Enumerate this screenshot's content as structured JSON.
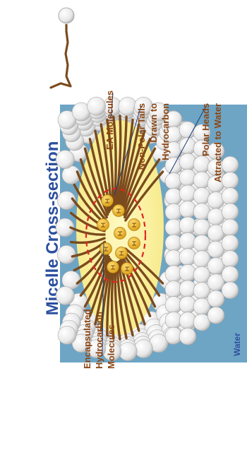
{
  "title": "Micelle Cross-section",
  "labels": {
    "ea_molecules": "EA Molecules",
    "nonpolar_line1": "Non-Polar Tails",
    "nonpolar_line2": "Drawn to",
    "nonpolar_line3": "Hydrocarbon",
    "polar_line1": "Polar Heads",
    "polar_line2": "Attracted to Water",
    "encap_line1": "Encapsulated",
    "encap_line2": "Hydrocarbon",
    "encap_line3": "Molecules",
    "water": "Water"
  },
  "colors": {
    "title": "#2c4f9e",
    "label": "#8b4513",
    "water_text": "#2c4f9e",
    "water_bg": "#6ea5c5",
    "core": "#fbf3a2",
    "tail": "#7a4a1c",
    "head": "#f4f4f4",
    "hydrocarbon": "#f0b820",
    "ring": "#e02424",
    "leader": "#1a3a7a"
  }
}
